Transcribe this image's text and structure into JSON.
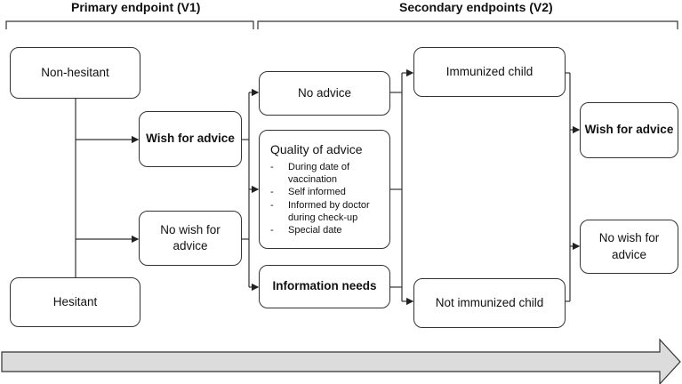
{
  "headers": {
    "primary": "Primary endpoint (V1)",
    "secondary": "Secondary endpoints (V2)"
  },
  "nodes": {
    "non_hesitant": "Non-hesitant",
    "hesitant": "Hesitant",
    "wish_for_advice": "Wish for advice",
    "no_wish_for_advice": "No wish for advice",
    "no_advice": "No advice",
    "quality_of_advice": {
      "title": "Quality of advice",
      "items": [
        "During date of vaccination",
        "Self informed",
        "Informed by doctor during check-up",
        "Special date"
      ]
    },
    "information_needs": "Information needs",
    "immunized_child": "Immunized child",
    "not_immunized_child": "Not immunized child",
    "wish_for_advice_v2": "Wish for advice",
    "no_wish_for_advice_v2": "No wish for advice"
  },
  "colors": {
    "arrow_fill": "#dcdcdc",
    "line": "#333333"
  }
}
